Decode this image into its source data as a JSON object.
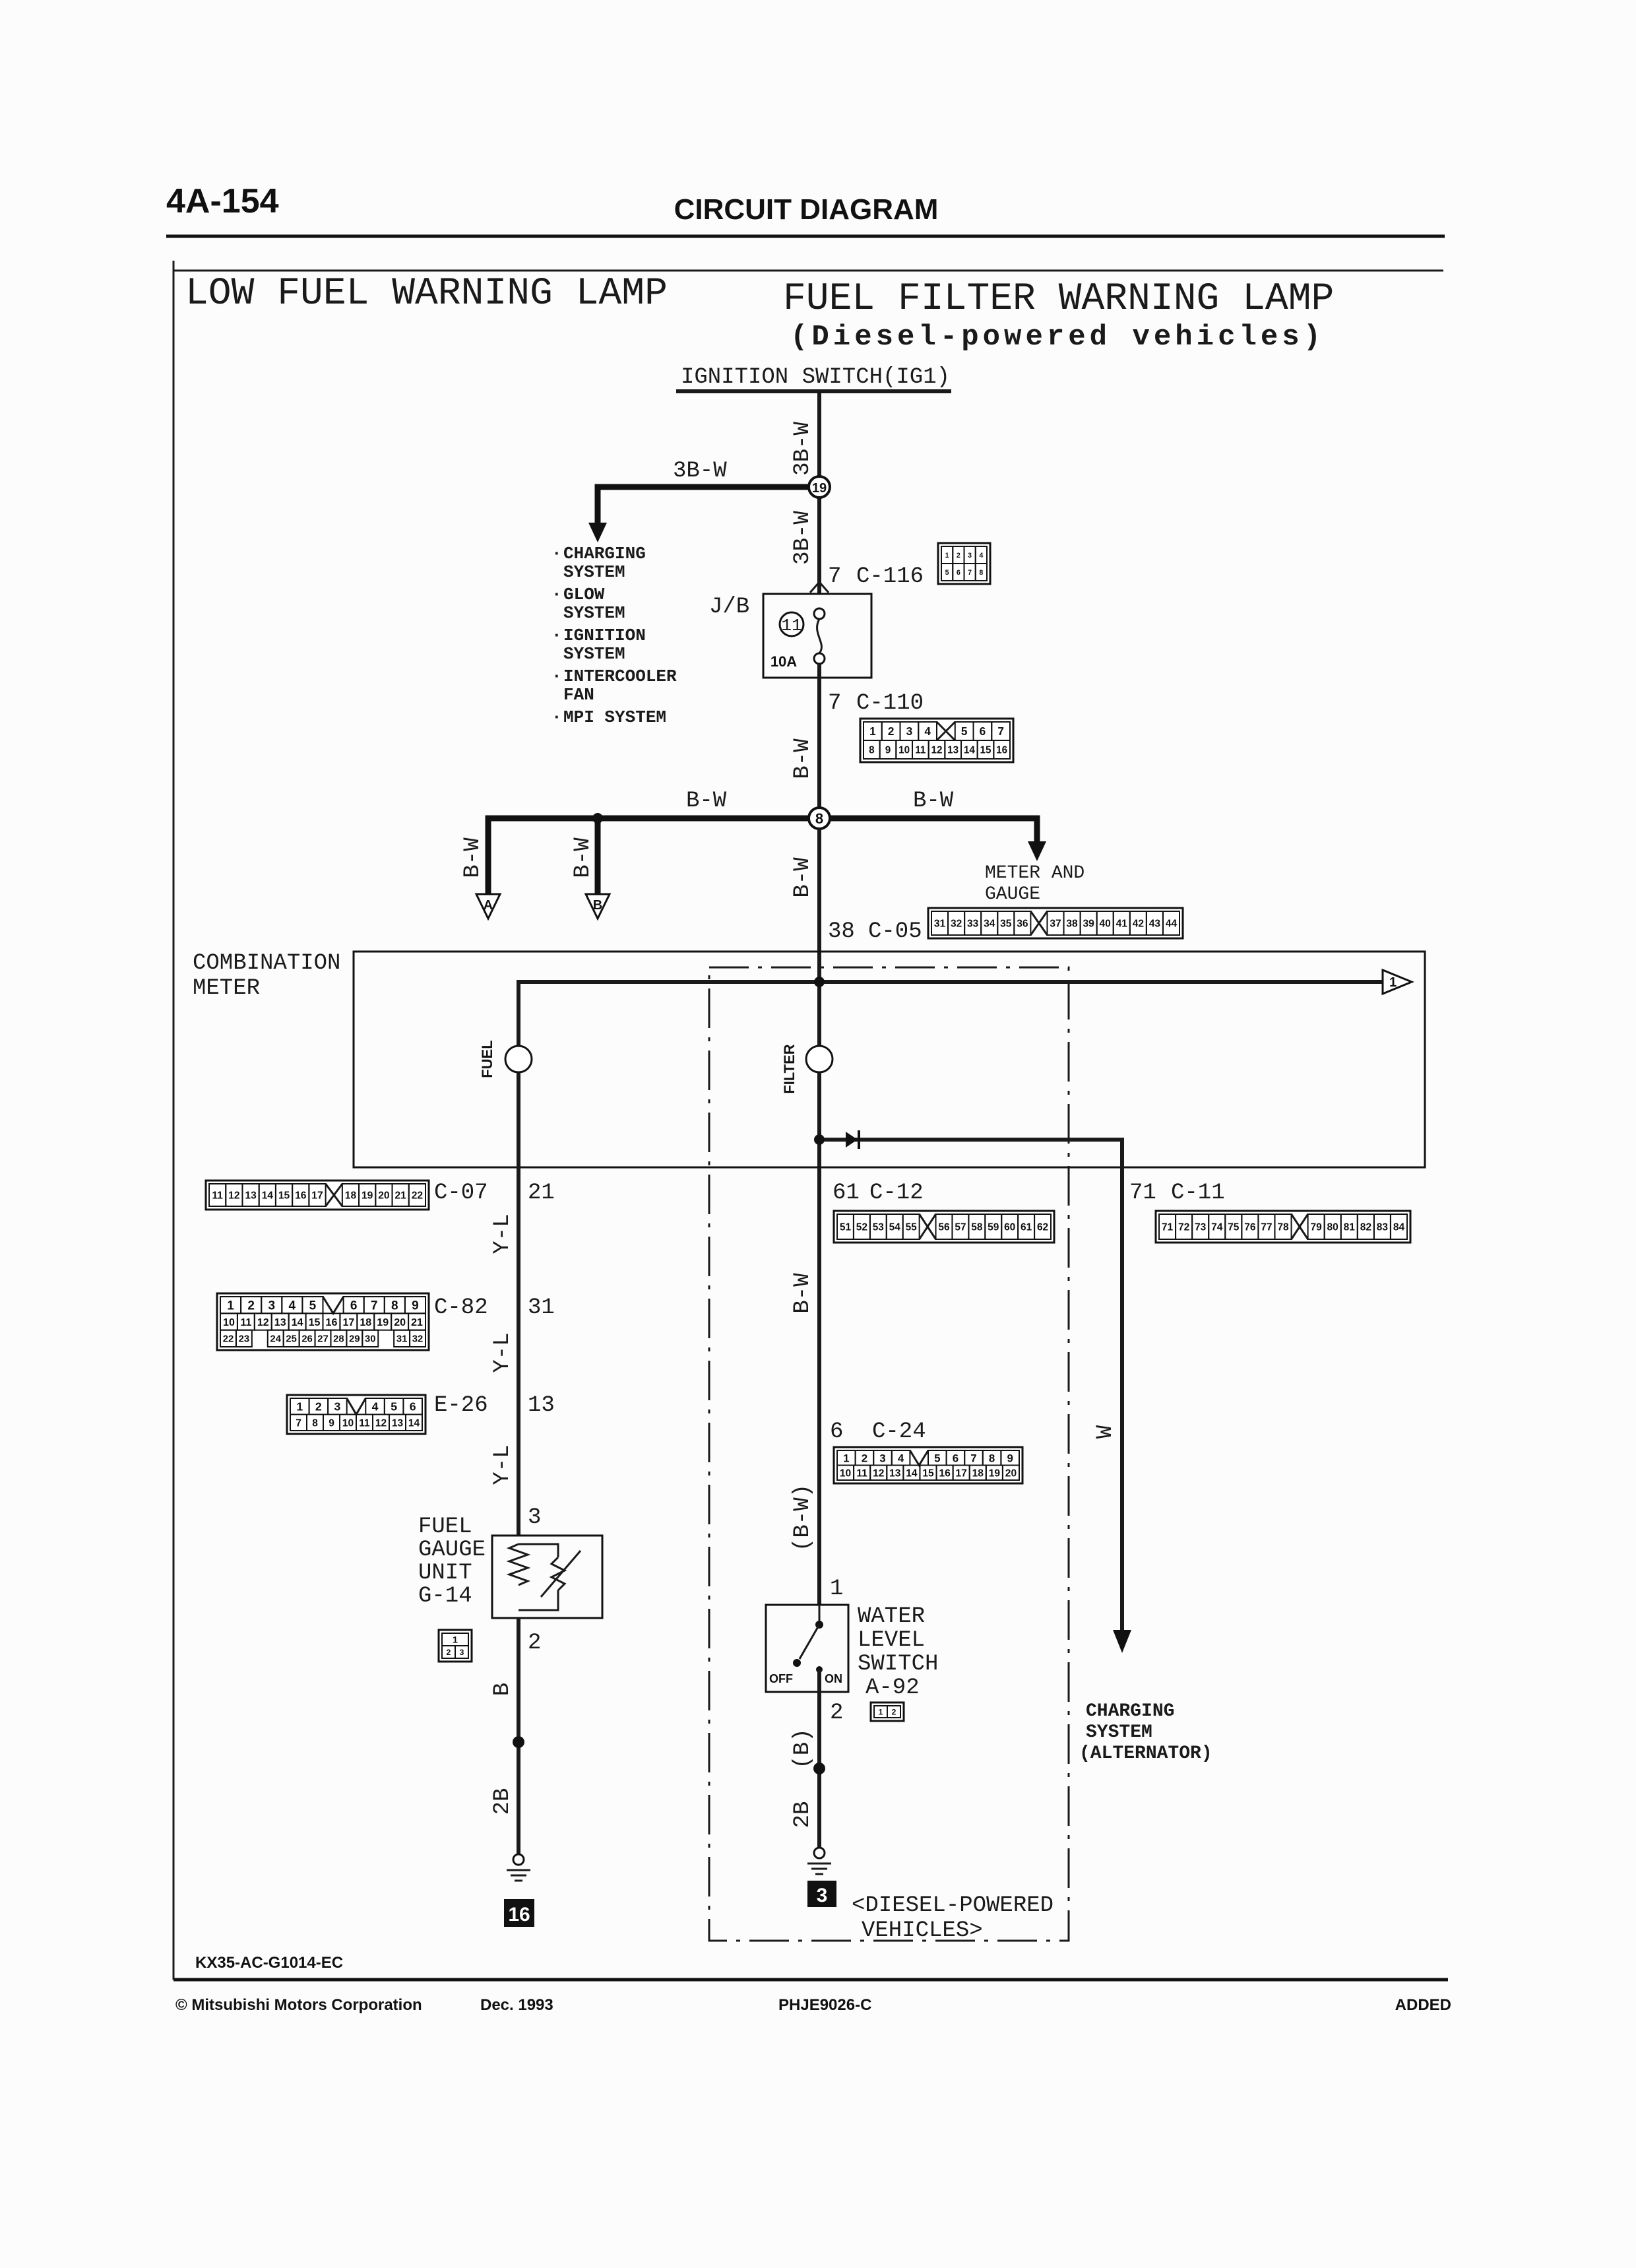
{
  "header": {
    "page": "4A-154",
    "title": "CIRCUIT DIAGRAM"
  },
  "titles": {
    "low_fuel": "LOW FUEL WARNING LAMP",
    "fuel_filter": "FUEL FILTER WARNING LAMP",
    "diesel": "(Diesel-powered vehicles)"
  },
  "ignition_switch": "IGNITION SWITCH(IG1)",
  "wire_labels": {
    "top_vertical": "3B-W",
    "branch_left": "3B-W",
    "below_junction19": "3B-W",
    "below_jb": "B-W",
    "horizontal_left": "B-W",
    "horizontal_right": "B-W",
    "branch_a": "B-W",
    "branch_b": "B-W",
    "to_meter": "B-W",
    "fuel_1": "Y-L",
    "fuel_2": "Y-L",
    "fuel_3": "Y-L",
    "fuel_ground": "B",
    "fuel_ground_2": "2B",
    "filter_1": "B-W",
    "filter_2": "(B-W)",
    "filter_ground": "(B)",
    "filter_ground_2": "2B",
    "charging": "W"
  },
  "junctions": {
    "j19": "19",
    "j8": "8",
    "fuse_no": "11",
    "fuse_rating": "10A",
    "jb": "J/B"
  },
  "branch_list": [
    "CHARGING SYSTEM",
    "GLOW SYSTEM",
    "IGNITION SYSTEM",
    "INTERCOOLER FAN",
    "MPI SYSTEM"
  ],
  "branch_list_lines": [
    [
      "CHARGING",
      "SYSTEM"
    ],
    [
      "GLOW",
      "SYSTEM"
    ],
    [
      "IGNITION",
      "SYSTEM"
    ],
    [
      "INTERCOOLER",
      "FAN"
    ],
    [
      "MPI SYSTEM"
    ]
  ],
  "arrows": {
    "a": "A",
    "b": "B",
    "one": "1"
  },
  "components": {
    "meter_and_gauge": [
      "METER AND",
      "GAUGE"
    ],
    "combination_meter": [
      "COMBINATION",
      "METER"
    ],
    "fuel_lamp": "FUEL",
    "filter_lamp": "FILTER",
    "fuel_gauge_unit": [
      "FUEL",
      "GAUGE",
      "UNIT",
      "G-14"
    ],
    "water_level_switch": [
      "WATER",
      "LEVEL",
      "SWITCH",
      "A-92"
    ],
    "switch_off": "OFF",
    "switch_on": "ON",
    "charging_system": [
      "CHARGING",
      "SYSTEM",
      "(ALTERNATOR)"
    ],
    "diesel_note": [
      "<DIESEL-POWERED",
      "VEHICLES>"
    ],
    "ground_16": "16",
    "ground_3": "3"
  },
  "pin_labels": {
    "c116": "7",
    "c110": "7",
    "c05": "38",
    "c07": "21",
    "c82": "31",
    "e26": "13",
    "g14_top": "3",
    "g14_bottom": "2",
    "c12": "61",
    "c11": "71",
    "c24": "6",
    "a92_top": "1",
    "a92_bottom": "2"
  },
  "connectors": [
    {
      "id": "C-116",
      "rows": [
        [
          "1",
          "2",
          "3",
          "4"
        ],
        [
          "5",
          "6",
          "7",
          "8"
        ]
      ]
    },
    {
      "id": "C-110",
      "rows": [
        [
          "1",
          "2",
          "3",
          "4",
          "X",
          "5",
          "6",
          "7"
        ],
        [
          "8",
          "9",
          "10",
          "11",
          "12",
          "13",
          "14",
          "15",
          "16"
        ]
      ]
    },
    {
      "id": "C-05",
      "rows": [
        [
          "31",
          "32",
          "33",
          "34",
          "35",
          "36",
          "X",
          "37",
          "38",
          "39",
          "40",
          "41",
          "42",
          "43",
          "44"
        ]
      ]
    },
    {
      "id": "C-07",
      "rows": [
        [
          "11",
          "12",
          "13",
          "14",
          "15",
          "16",
          "17",
          "X",
          "18",
          "19",
          "20",
          "21",
          "22"
        ]
      ]
    },
    {
      "id": "C-82",
      "rows": [
        [
          "1",
          "2",
          "3",
          "4",
          "5",
          "V",
          "6",
          "7",
          "8",
          "9"
        ],
        [
          "10",
          "11",
          "12",
          "13",
          "14",
          "15",
          "16",
          "17",
          "18",
          "19",
          "20",
          "21"
        ],
        [
          "22",
          "23",
          "",
          "24",
          "25",
          "26",
          "27",
          "28",
          "29",
          "30",
          "",
          "31",
          "32"
        ]
      ]
    },
    {
      "id": "E-26",
      "rows": [
        [
          "1",
          "2",
          "3",
          "V",
          "4",
          "5",
          "6"
        ],
        [
          "7",
          "8",
          "9",
          "10",
          "11",
          "12",
          "13",
          "14"
        ]
      ]
    },
    {
      "id": "C-12",
      "rows": [
        [
          "51",
          "52",
          "53",
          "54",
          "55",
          "X",
          "56",
          "57",
          "58",
          "59",
          "60",
          "61",
          "62"
        ]
      ]
    },
    {
      "id": "C-11",
      "rows": [
        [
          "71",
          "72",
          "73",
          "74",
          "75",
          "76",
          "77",
          "78",
          "X",
          "79",
          "80",
          "81",
          "82",
          "83",
          "84"
        ]
      ]
    },
    {
      "id": "C-24",
      "rows": [
        [
          "1",
          "2",
          "3",
          "4",
          "V",
          "5",
          "6",
          "7",
          "8",
          "9"
        ],
        [
          "10",
          "11",
          "12",
          "13",
          "14",
          "15",
          "16",
          "17",
          "18",
          "19",
          "20"
        ]
      ]
    },
    {
      "id": "G-14",
      "rows": [
        [
          "1"
        ],
        [
          "2",
          "3"
        ]
      ]
    },
    {
      "id": "A-92",
      "rows": [
        [
          "1",
          "2"
        ]
      ]
    }
  ],
  "footer": {
    "code": "KX35-AC-G1014-EC",
    "copyright": "© Mitsubishi Motors Corporation",
    "date": "Dec. 1993",
    "doc": "PHJE9026-C",
    "status": "ADDED"
  }
}
